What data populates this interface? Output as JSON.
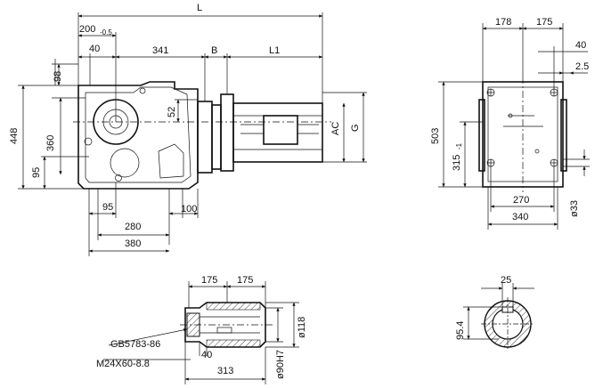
{
  "side_view": {
    "L": "L",
    "d200": "200",
    "d200_tol": "-0.5",
    "d40": "40",
    "d341": "341",
    "dB": "B",
    "dL1": "L1",
    "d98": "98",
    "d448": "448",
    "d360": "360",
    "d95_left": "95",
    "d52": "52",
    "dAC": "AC",
    "dG": "G",
    "d95_bottom": "95",
    "d100": "100",
    "d280": "280",
    "d380": "380"
  },
  "end_view": {
    "d178": "178",
    "d175": "175",
    "d40": "40",
    "d2_5": "2.5",
    "d503": "503",
    "d315": "315",
    "d315_tol": "-1",
    "d270": "270",
    "d340": "340",
    "d33": "ø33"
  },
  "shaft_view": {
    "d175a": "175",
    "d175b": "175",
    "d118": "ø118",
    "gb": "GB5783-86",
    "bolt": "M24X60-8.8",
    "d40": "40",
    "d313": "313",
    "d90": "ø90H7"
  },
  "section_view": {
    "d25": "25",
    "d95_4": "95.4"
  }
}
